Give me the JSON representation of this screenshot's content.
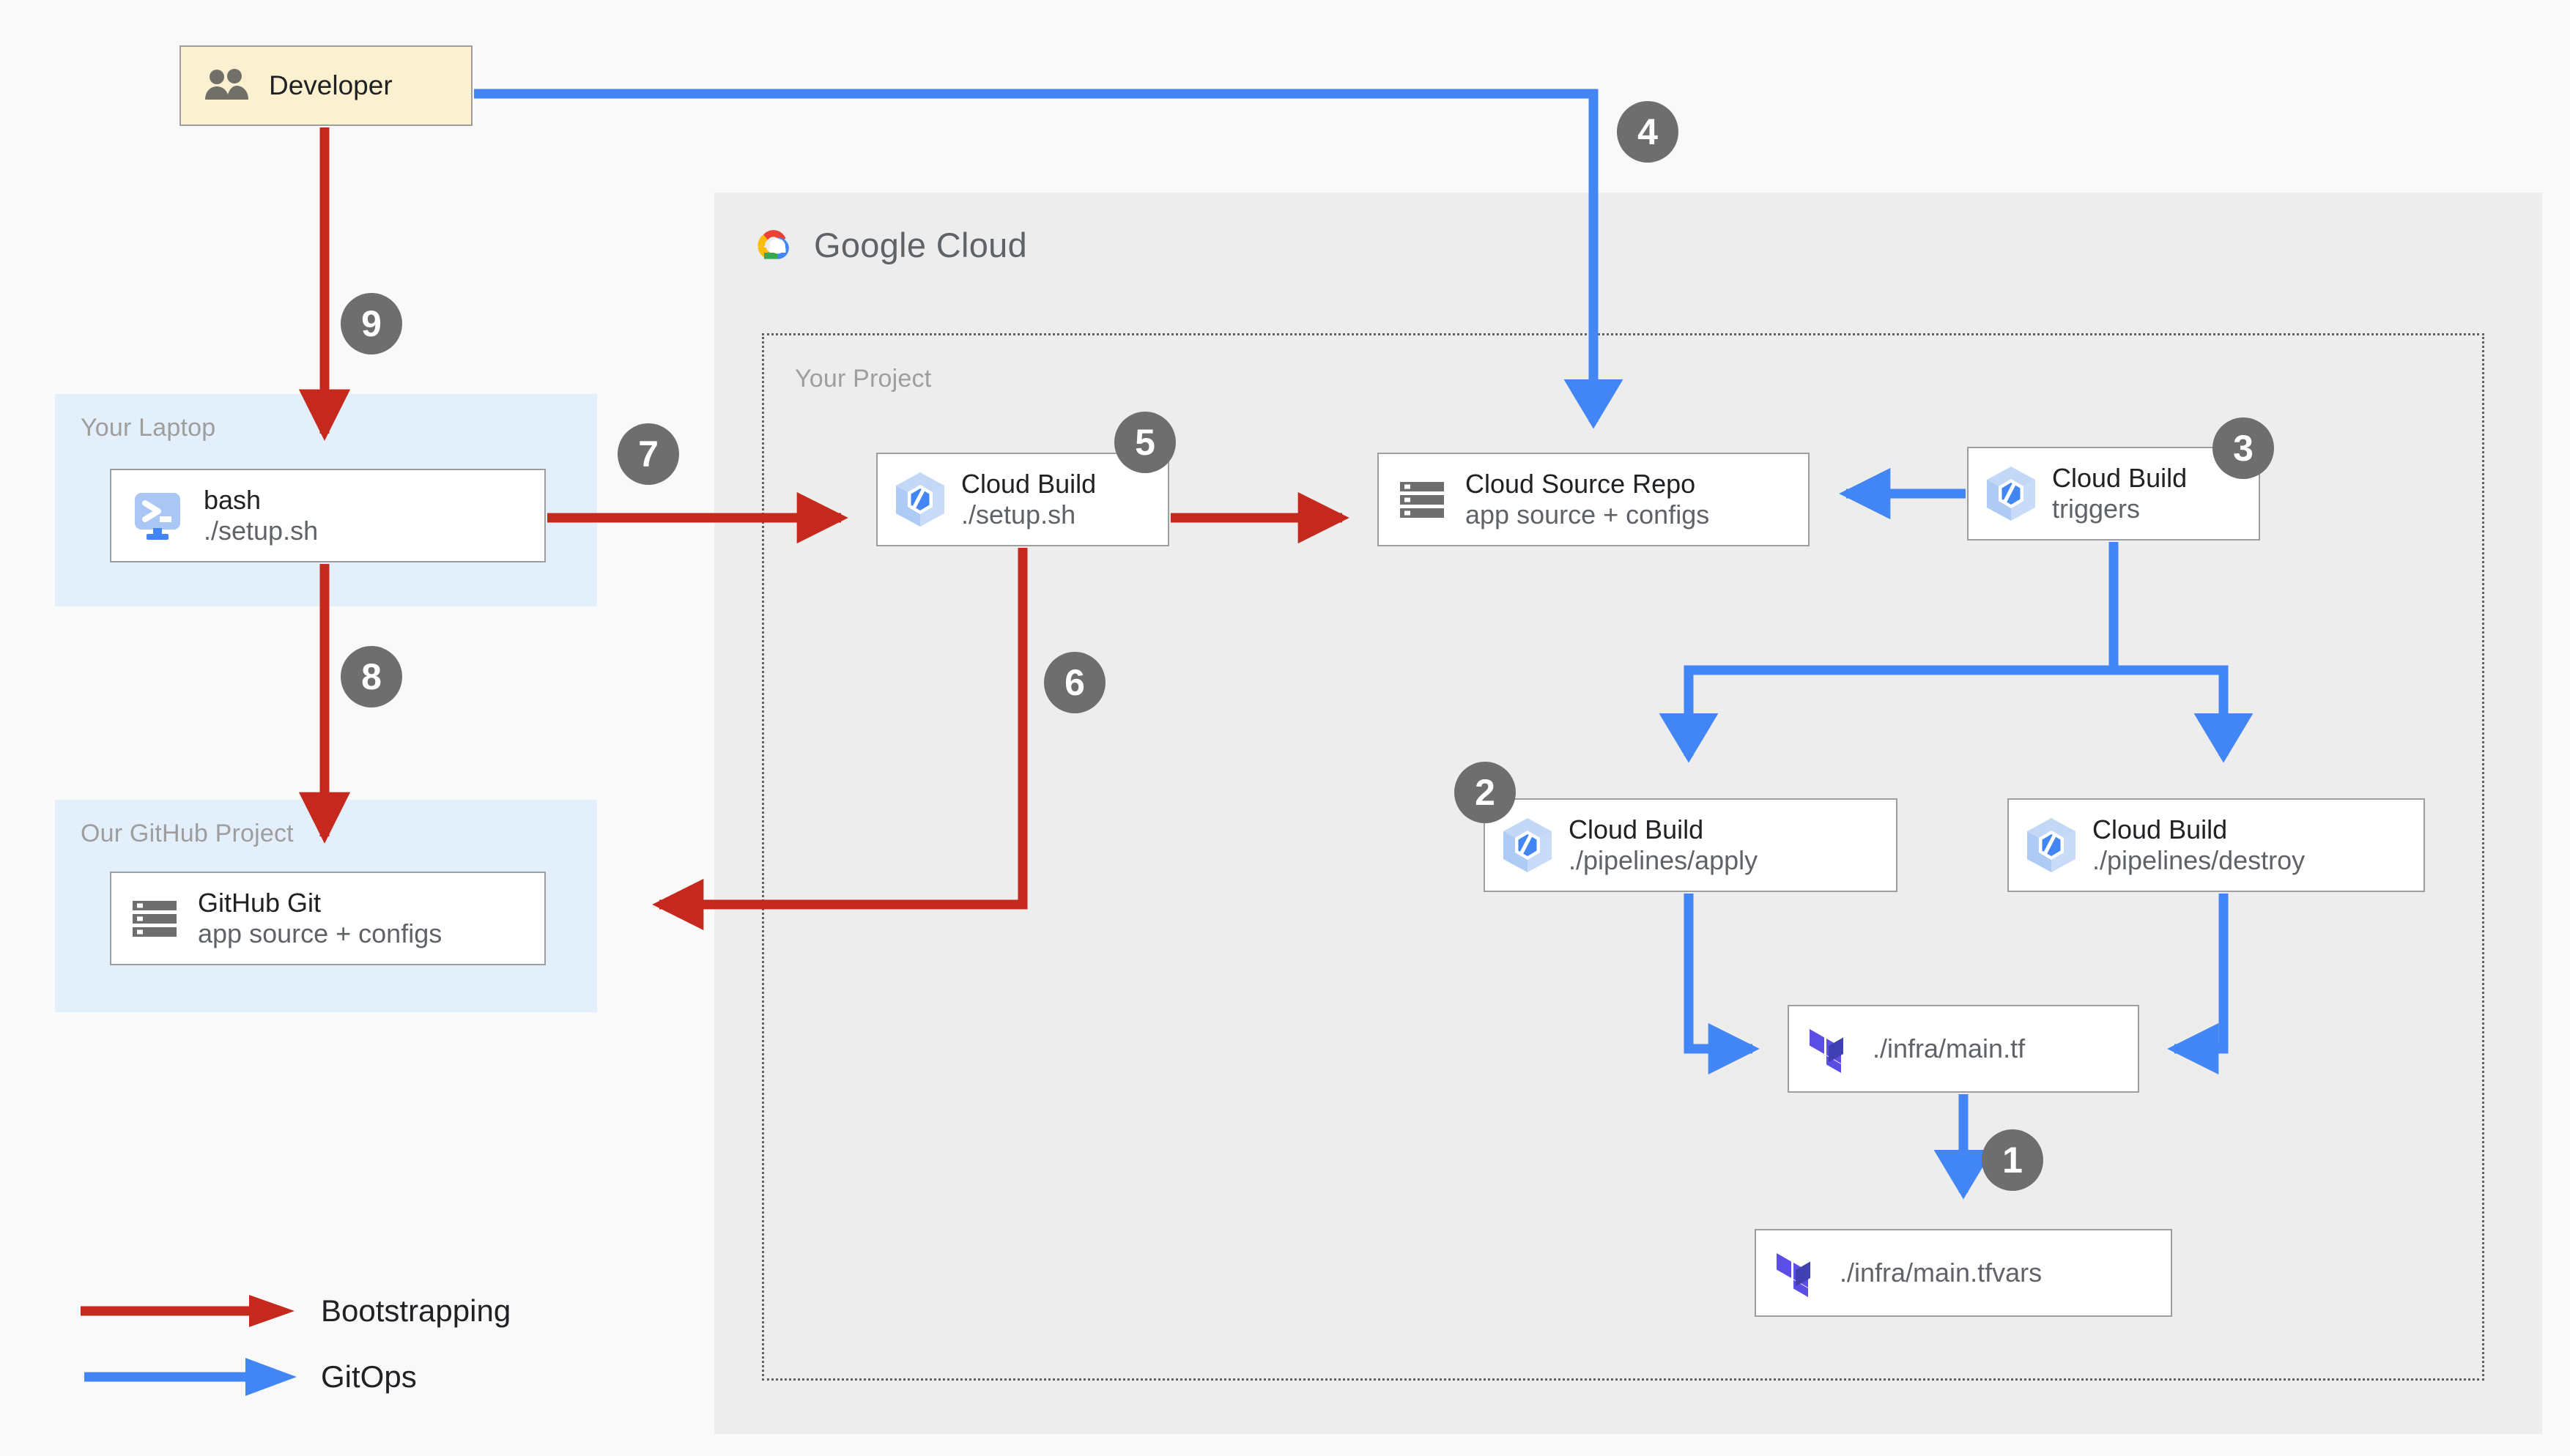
{
  "zones": {
    "laptop_label": "Your Laptop",
    "github_label": "Our GitHub Project",
    "project_label": "Your Project",
    "cloud_brand_1": "Google",
    "cloud_brand_2": "Cloud"
  },
  "nodes": {
    "developer": {
      "title": "Developer",
      "icon": "people-icon"
    },
    "bash": {
      "title": "bash",
      "subtitle": "./setup.sh",
      "icon": "terminal-icon"
    },
    "github_git": {
      "title": "GitHub Git",
      "subtitle": "app source + configs",
      "icon": "repository-icon"
    },
    "cloud_build_setup": {
      "title": "Cloud Build",
      "subtitle": "./setup.sh",
      "icon": "cloud-build-icon"
    },
    "cloud_source_repo": {
      "title": "Cloud Source Repo",
      "subtitle": "app source + configs",
      "icon": "repository-icon"
    },
    "cloud_build_triggers": {
      "title": "Cloud Build",
      "subtitle": "triggers",
      "icon": "cloud-build-icon"
    },
    "cloud_build_apply": {
      "title": "Cloud Build",
      "subtitle": "./pipelines/apply",
      "icon": "cloud-build-icon"
    },
    "cloud_build_destroy": {
      "title": "Cloud Build",
      "subtitle": "./pipelines/destroy",
      "icon": "cloud-build-icon"
    },
    "main_tf": {
      "title": "./infra/main.tf",
      "icon": "terraform-icon"
    },
    "main_tfvars": {
      "title": "./infra/main.tfvars",
      "icon": "terraform-icon"
    }
  },
  "step_badges": {
    "s1": "1",
    "s2": "2",
    "s3": "3",
    "s4": "4",
    "s5": "5",
    "s6": "6",
    "s7": "7",
    "s8": "8",
    "s9": "9"
  },
  "legend": {
    "bootstrapping": "Bootstrapping",
    "gitops": "GitOps"
  },
  "colors": {
    "bootstrapping": "#C5281C",
    "gitops": "#4285F4",
    "badge": "#6E6E6E",
    "zone_blue": "#E3F0FB",
    "developer_box": "#FBF0D0",
    "gcp_panel": "#EDEDED",
    "terraform": "#5C4EE5"
  }
}
